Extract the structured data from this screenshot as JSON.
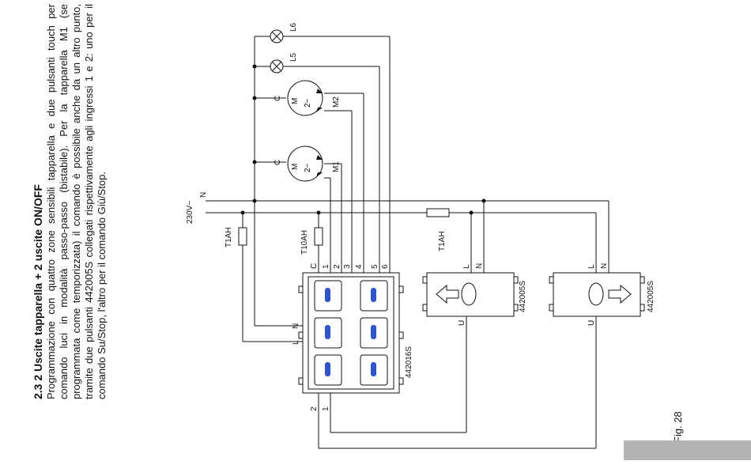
{
  "section": {
    "title": "2.3  2  Uscite tapparella + 2 uscite ON/OFF",
    "description": "Programmazione con quattro zone sensibili tapparella e due pulsanti touch per comando luci in modalità passo-passo (bistabile). Per la tapparella M1 (se programmata come temporizzata) il comando è possibile anche da un altro punto, tramite due pulsanti 442005S collegati rispettivamente agli ingressi 1 e 2: uno per il comando Su/Stop, l'altro per il comando Giù/Stop."
  },
  "supply": {
    "voltage": "230V~",
    "neutral": "N"
  },
  "fuses": [
    "T1AH",
    "T10AH",
    "T1AH"
  ],
  "lamps": [
    "L6",
    "L5"
  ],
  "motors": [
    {
      "label": "M2",
      "common": "C",
      "symbol": "M",
      "phase": "2~"
    },
    {
      "label": "M1",
      "common": "C",
      "symbol": "M",
      "phase": "2~"
    }
  ],
  "main_device": {
    "code": "442016S",
    "top_terminals": [
      "C",
      "1",
      "2",
      "3",
      "4",
      "5",
      "6"
    ],
    "supply_terminals": [
      "N",
      "L"
    ],
    "input_terminals": [
      "2",
      "1"
    ]
  },
  "push_buttons": [
    {
      "code": "442005S",
      "terminals": [
        "L",
        "N",
        "U"
      ],
      "direction": "left"
    },
    {
      "code": "442005S",
      "terminals": [
        "L",
        "N",
        "U"
      ],
      "direction": "right"
    }
  ],
  "figure": {
    "caption": "Fig. 28"
  },
  "colors": {
    "line": "#111111",
    "led": "#2f55c8",
    "device_fill": "#ffffff",
    "bar": "#b4b4b4"
  }
}
